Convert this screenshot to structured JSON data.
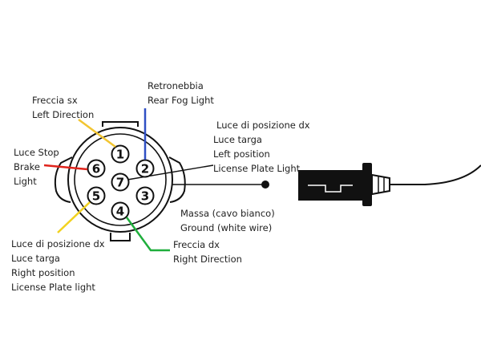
{
  "labels": {
    "freccia_sx": {
      "line1": "Freccia sx",
      "line2": "Left Direction"
    },
    "retronebbia": {
      "line1": "Retronebbia",
      "line2": "Rear Fog Light"
    },
    "luce_stop": {
      "line1": "Luce Stop",
      "line2": "Brake",
      "line3": "Light"
    },
    "posizione_dx": {
      "line1": "Luce di posizione dx",
      "line2": "Luce targa",
      "line3": "Left position",
      "line4": "License Plate Light"
    },
    "massa": {
      "line1": "Massa (cavo bianco)",
      "line2": "Ground (white wire)"
    },
    "freccia_dx": {
      "line1": "Freccia dx",
      "line2": "Right Direction"
    },
    "posizione_sx": {
      "line1": "Luce di posizione dx",
      "line2": "Luce targa",
      "line3": "Right position",
      "line4": "License Plate light"
    }
  },
  "pins": {
    "p1": "1",
    "p2": "2",
    "p3": "3",
    "p4": "4",
    "p5": "5",
    "p6": "6",
    "p7": "7"
  },
  "colors": {
    "left_direction": "#f2c531",
    "rear_fog": "#2f4fc4",
    "brake": "#e0241c",
    "right_position": "#f2d21f",
    "right_direction": "#1fae3c",
    "outline": "#111111"
  }
}
